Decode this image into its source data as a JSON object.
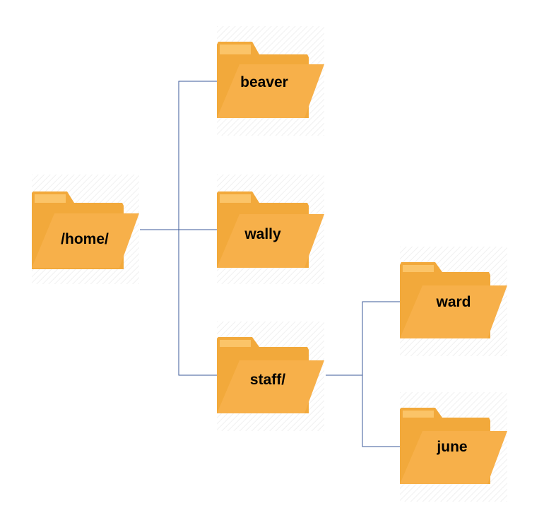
{
  "colors": {
    "folder_back": "#F2A93B",
    "folder_front": "#F7B04A",
    "folder_highlight": "#FBC468",
    "connector": "#3B5998",
    "hatch": "#F2F2F2"
  },
  "folders": {
    "home": {
      "label": "/home/",
      "icon": "folder-icon"
    },
    "beaver": {
      "label": "beaver",
      "icon": "folder-icon"
    },
    "wally": {
      "label": "wally",
      "icon": "folder-icon"
    },
    "staff": {
      "label": "staff/",
      "icon": "folder-icon"
    },
    "ward": {
      "label": "ward",
      "icon": "folder-icon"
    },
    "june": {
      "label": "june",
      "icon": "folder-icon"
    }
  },
  "edges": [
    {
      "from": "home",
      "to": "beaver"
    },
    {
      "from": "home",
      "to": "wally"
    },
    {
      "from": "home",
      "to": "staff"
    },
    {
      "from": "staff",
      "to": "ward"
    },
    {
      "from": "staff",
      "to": "june"
    }
  ]
}
